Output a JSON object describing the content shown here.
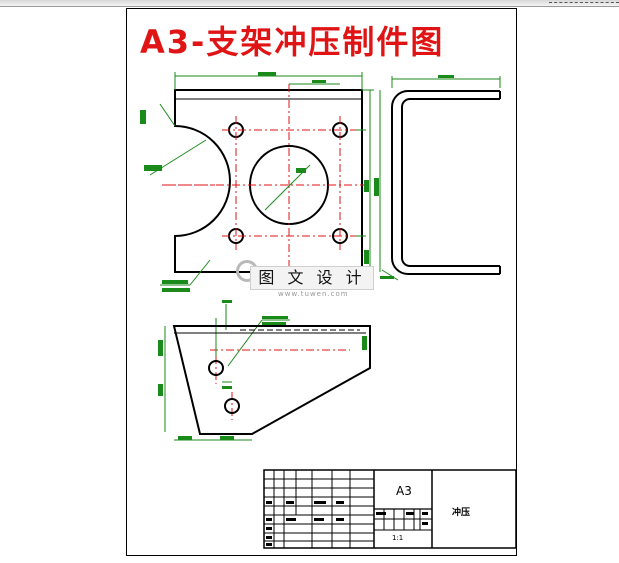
{
  "title": "A3-支架冲压制件图",
  "watermark": {
    "text": "图 文 设 计",
    "sub": "www.tuwen.com"
  },
  "title_block": {
    "sheet_size": "A3",
    "material_note": "冲压",
    "scale_note": "1:1"
  },
  "colors": {
    "title": "#e01414",
    "centerline": "#e01414",
    "outline": "#000000",
    "dimension": "#1a8a1a"
  }
}
